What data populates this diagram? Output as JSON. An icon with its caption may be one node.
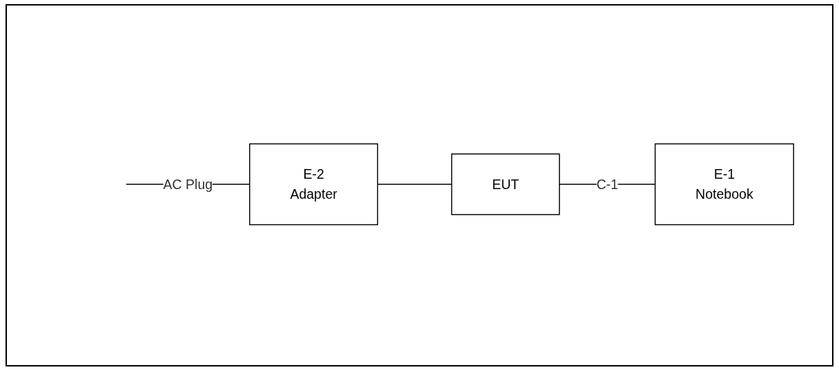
{
  "diagram": {
    "nodes": [
      {
        "text": [
          "E-2",
          "Adapter"
        ]
      },
      {
        "text": [
          "EUT"
        ]
      },
      {
        "text": [
          "E-1",
          "Notebook"
        ]
      }
    ],
    "edges": [
      {
        "from": null,
        "to": 0,
        "arrow": "none",
        "label": "AC Plug"
      },
      {
        "from": 0,
        "to": 1,
        "arrow": "none"
      },
      {
        "from": 1,
        "to": 2,
        "arrow": "none",
        "label": "C-1"
      }
    ]
  }
}
